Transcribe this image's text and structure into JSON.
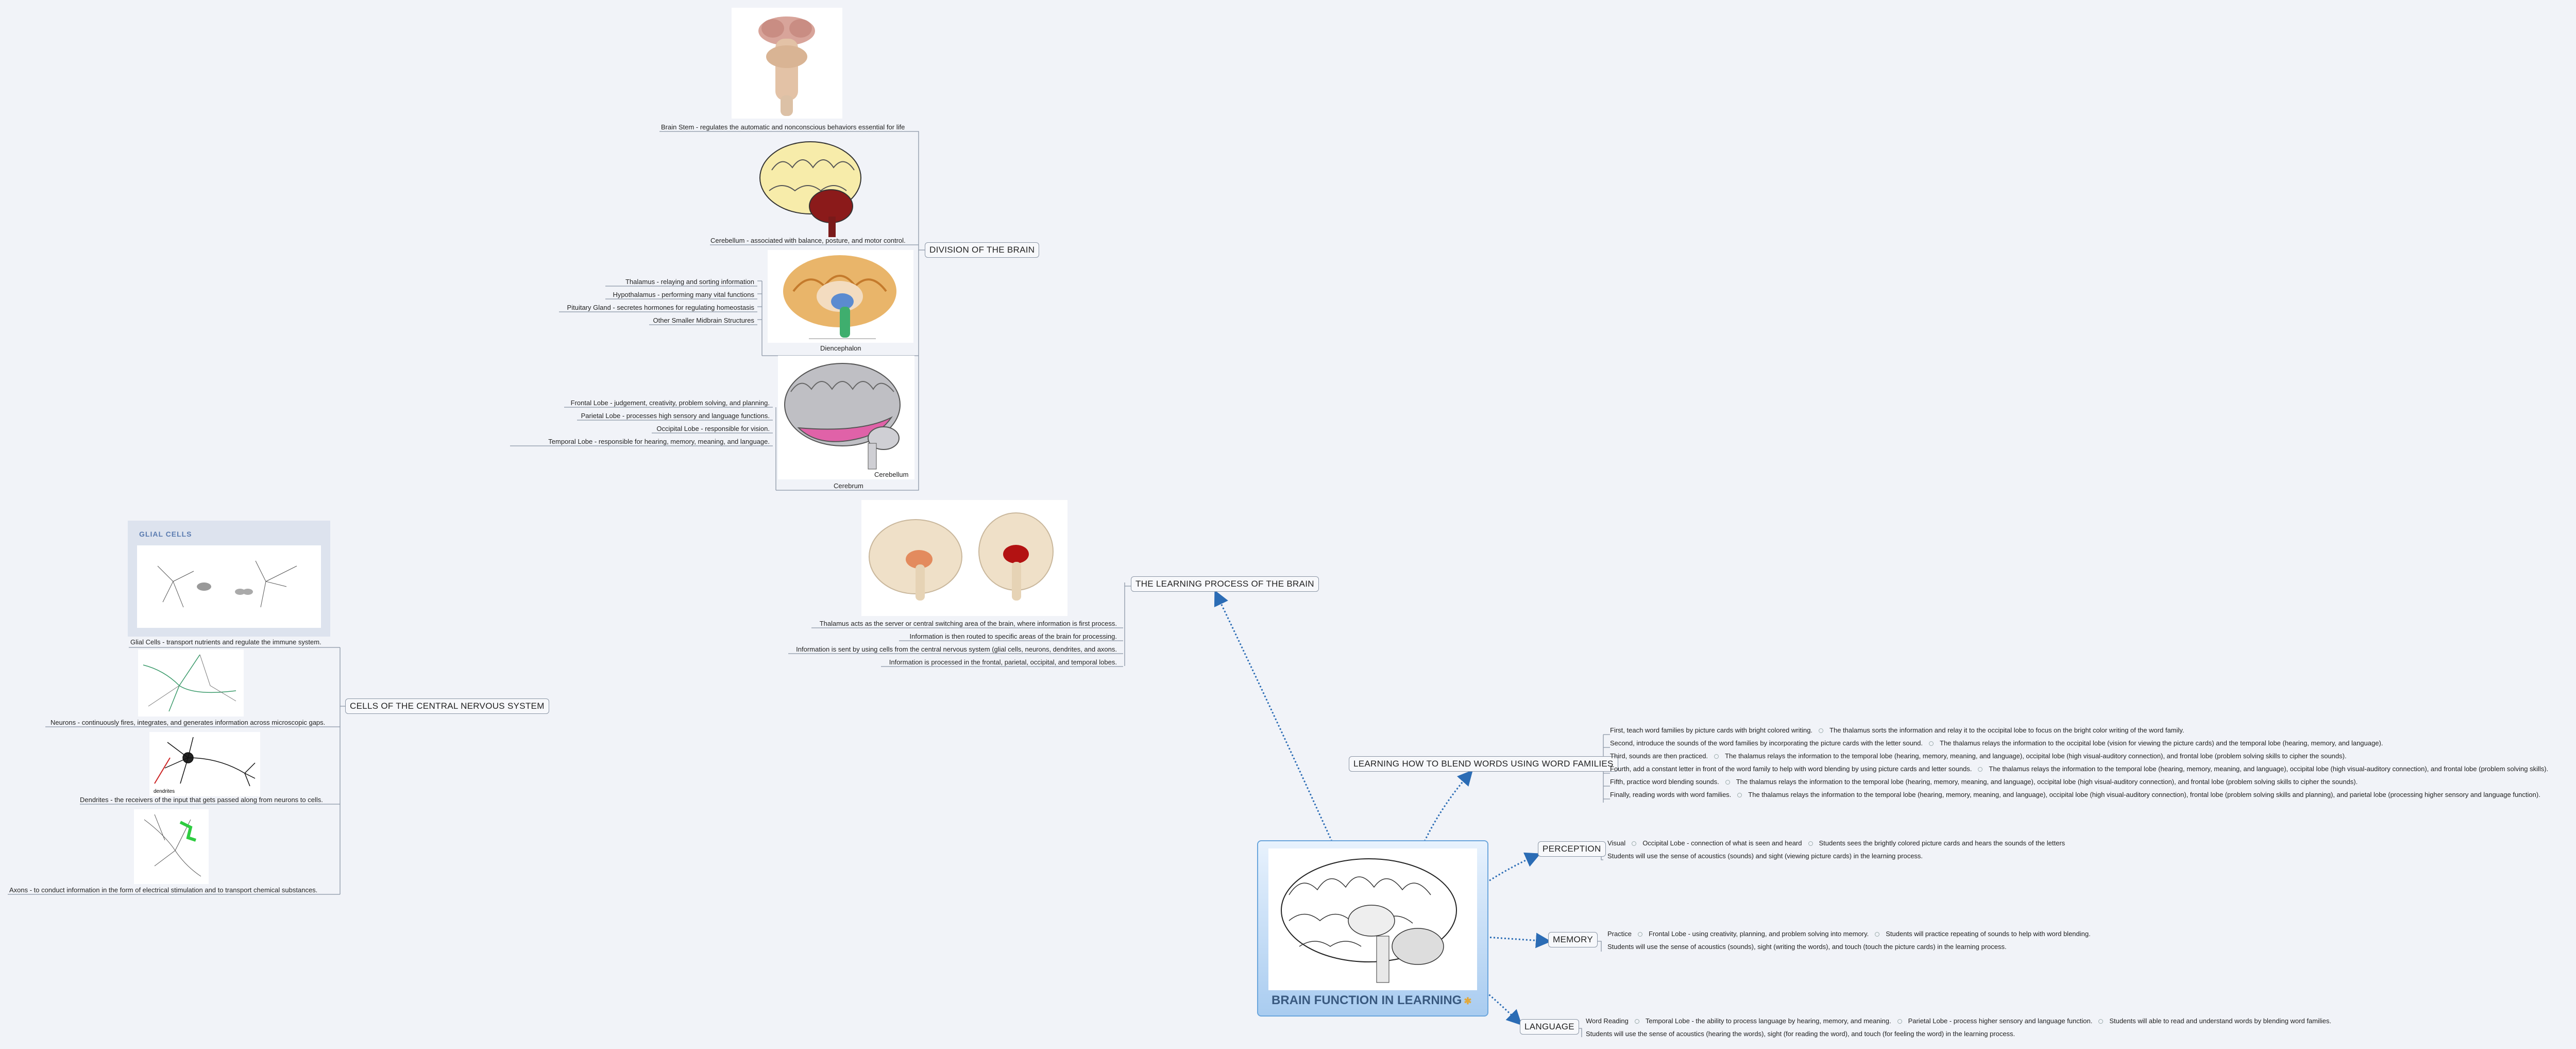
{
  "central": {
    "title": "BRAIN FUNCTION IN LEARNING"
  },
  "division": {
    "title": "DIVISION OF THE BRAIN",
    "brain_stem": "Brain Stem - regulates the automatic and nonconscious behaviors essential for life",
    "cerebellum": "Cerebellum - associated with balance, posture, and motor control.",
    "diencephalon": "Diencephalon",
    "diencephalon_items": [
      "Thalamus - relaying and sorting information",
      "Hypothalamus - performing many vital functions",
      "Pituitary Gland - secretes hormones for regulating homeostasis",
      "Other Smaller Midbrain Structures"
    ],
    "cerebrum": "Cerebrum",
    "cerebrum_image_label": "Cerebellum",
    "cerebrum_items": [
      "Frontal Lobe - judgement, creativity, problem solving, and planning.",
      "Parietal Lobe - processes high sensory and language functions.",
      "Occipital Lobe - responsible for vision.",
      "Temporal Lobe - responsible for hearing, memory, meaning, and language."
    ]
  },
  "cells": {
    "title": "CELLS OF THE CENTRAL NERVOUS SYSTEM",
    "glial_header": "GLIAL CELLS",
    "items": [
      "Glial Cells - transport nutrients and regulate the immune system.",
      "Neurons - continuously fires, integrates, and generates information across microscopic gaps.",
      "Dendrites - the receivers of the input that gets passed along from neurons to cells.",
      "Axons - to conduct information in the form of electrical stimulation and to transport chemical substances."
    ],
    "dendrites_image_label": "dendrites"
  },
  "learning_process": {
    "title": "THE LEARNING PROCESS OF THE BRAIN",
    "items": [
      "Thalamus acts as the server or central switching area of the brain, where information is first process.",
      "Information is then routed to specific areas of the brain for processing.",
      "Information is sent by using cells from the central nervous system (glial cells, neurons, dendrites, and axons.",
      "Information is processed in the frontal, parietal, occipital, and temporal lobes."
    ]
  },
  "blend": {
    "title": "LEARNING HOW TO BLEND WORDS USING WORD FAMILIES",
    "rows": [
      [
        "First, teach word families by picture cards with bright colored writing.",
        "The thalamus sorts the information and relay it to the occipital lobe to focus on the bright color writing of the word family."
      ],
      [
        "Second, introduce the sounds of the word families by incorporating the picture cards with the letter sound.",
        "The thalamus relays the information to the occipital lobe (vision for viewing the picture cards) and the temporal lobe (hearing, memory, and language)."
      ],
      [
        "Third, sounds are then practiced.",
        "The thalamus relays the information to the temporal lobe (hearing, memory, meaning, and language), occipital lobe (high visual-auditory connection), and frontal lobe (problem solving skills to cipher the sounds)."
      ],
      [
        "Fourth, add a constant letter in front of the word family to help with word blending by using picture cards and letter sounds.",
        "The thalamus relays the information to the temporal lobe (hearing, memory, meaning, and language), occipital lobe (high visual-auditory connection), and frontal lobe (problem solving skills)."
      ],
      [
        "Fifth, practice word blending sounds.",
        "The thalamus relays the information to the temporal lobe (hearing, memory, meaning, and language), occipital lobe (high visual-auditory connection), and frontal lobe (problem solving skills to cipher the sounds)."
      ],
      [
        "Finally, reading words with word families.",
        "The thalamus relays the information to the temporal lobe (hearing, memory, meaning, and language), occipital lobe (high visual-auditory connection), frontal lobe (problem solving skills and planning), and parietal lobe (processing higher sensory and language function)."
      ]
    ]
  },
  "perception": {
    "title": "PERCEPTION",
    "row1": [
      "Visual",
      "Occipital Lobe - connection of what is seen and heard",
      "Students sees the brightly colored picture cards and hears the sounds of the letters"
    ],
    "row2": "Students will use the sense of acoustics (sounds) and sight (viewing picture cards) in the learning process."
  },
  "memory": {
    "title": "MEMORY",
    "row1": [
      "Practice",
      "Frontal Lobe - using creativity, planning, and problem solving into memory.",
      "Students will practice repeating of sounds to help with word blending."
    ],
    "row2": "Students will use the sense of acoustics (sounds), sight (writing the words), and touch (touch the picture cards) in the learning process."
  },
  "language": {
    "title": "LANGUAGE",
    "row1": [
      "Word Reading",
      "Temporal Lobe - the ability to process language by hearing, memory, and meaning.",
      "Parietal Lobe - process higher sensory and language function.",
      "Students will able to read and understand words by blending word families."
    ],
    "row2": "Students will use the sense of acoustics (hearing the words), sight (for reading the word), and touch (for feeling the word) in the learning process."
  },
  "colors": {
    "connector": "#2b6cb5",
    "central_border": "#6aa5dc",
    "line": "#8a95a5"
  }
}
